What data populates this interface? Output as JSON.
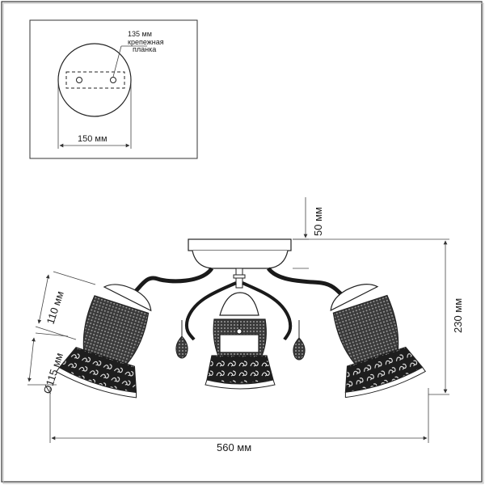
{
  "inset": {
    "plate_width_label": "135 мм",
    "plate_name_line1": "крепежная",
    "plate_name_line2": "планка",
    "base_diameter_label": "150 мм"
  },
  "main": {
    "shade_height_label": "110 мм",
    "shade_diameter_label": "Ø115 мм",
    "canopy_height_label": "50 мм",
    "total_height_label": "230 мм",
    "total_width_label": "560 мм"
  }
}
